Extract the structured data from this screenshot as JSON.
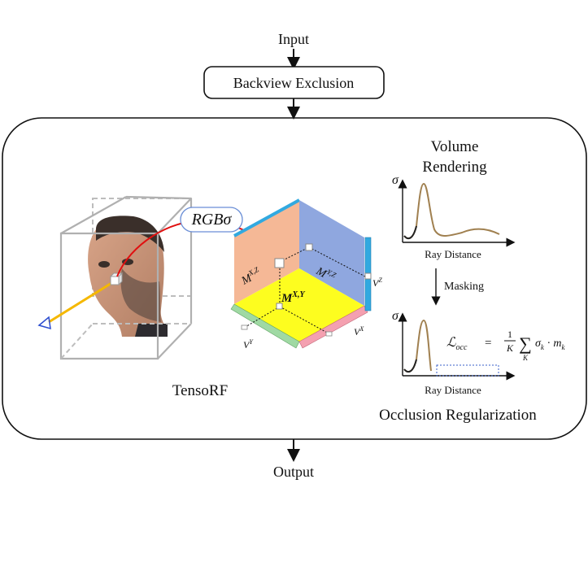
{
  "flow": {
    "input_label": "Input",
    "backview_label": "Backview Exclusion",
    "output_label": "Output"
  },
  "tensorf": {
    "label": "TensoRF",
    "rgb_sigma": "RGBσ",
    "planes": {
      "mxz": "M",
      "mxz_sup": "X,Z",
      "myz": "M",
      "myz_sup": "Y,Z",
      "mxy": "M",
      "mxy_sup": "X,Y"
    },
    "vectors": {
      "vz": "V",
      "vz_sup": "Z",
      "vy": "V",
      "vy_sup": "Y",
      "vx": "V",
      "vx_sup": "X"
    }
  },
  "volume_rendering": {
    "title_line1": "Volume",
    "title_line2": "Rendering",
    "y_axis_symbol": "σ",
    "x_axis_label": "Ray Distance"
  },
  "masking_label": "Masking",
  "occlusion": {
    "y_axis_symbol": "σ",
    "x_axis_label": "Ray Distance",
    "title": "Occlusion Regularization",
    "loss": {
      "symbol": "ℒ",
      "subscript": "occ",
      "equals": "=",
      "frac_num": "1",
      "frac_den": "K",
      "sum": "∑",
      "sum_index": "K",
      "term": "σ",
      "term_sub": "k",
      "dot": "·",
      "mask": "m",
      "mask_sub": "k"
    }
  },
  "colors": {
    "plane_xz": "#f5b896",
    "plane_yz": "#8fa7df",
    "plane_xy": "#fdfd1f",
    "vec_z": "#31a9e0",
    "vec_y": "#9fd9a3",
    "vec_x": "#f4a0b0",
    "curve": "#a08050",
    "ray": "#f5b800",
    "arc": "#e01010"
  }
}
